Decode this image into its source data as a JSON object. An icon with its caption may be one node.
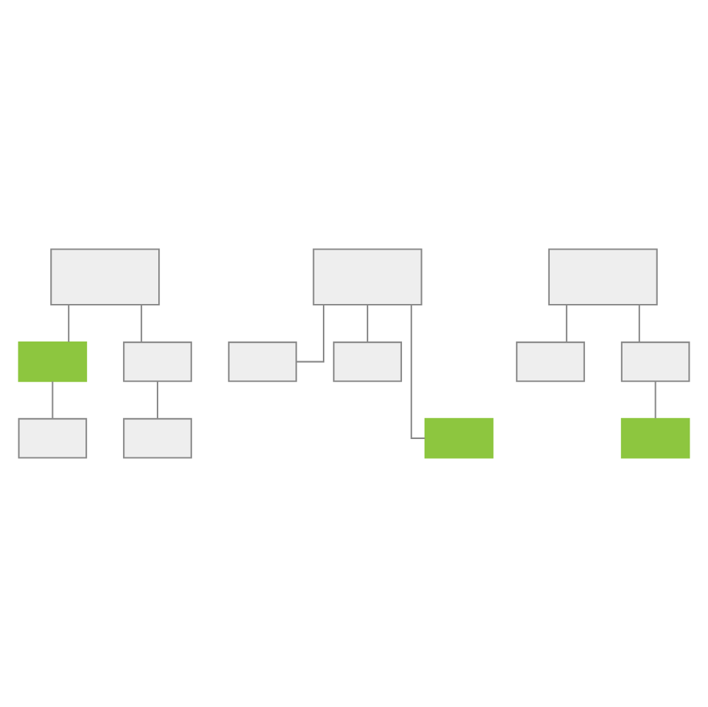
{
  "diagram": {
    "nodes": [
      {
        "text": [],
        "shape": "box"
      },
      {
        "text": [],
        "shape": "box"
      },
      {
        "text": [],
        "shape": "box"
      },
      {
        "text": [],
        "shape": "box"
      },
      {
        "text": [],
        "shape": "box"
      },
      {
        "text": [],
        "shape": "box"
      },
      {
        "text": [],
        "shape": "box"
      },
      {
        "text": [],
        "shape": "box"
      },
      {
        "text": [],
        "shape": "box"
      },
      {
        "text": [],
        "shape": "box"
      },
      {
        "text": [],
        "shape": "box"
      },
      {
        "text": [],
        "shape": "box"
      },
      {
        "text": [],
        "shape": "box"
      }
    ],
    "edges": [
      {
        "from": 0,
        "to": 3,
        "arrow": "none"
      },
      {
        "from": 0,
        "to": 4,
        "arrow": "none"
      },
      {
        "from": 3,
        "to": 9,
        "arrow": "none"
      },
      {
        "from": 4,
        "to": 10,
        "arrow": "none"
      },
      {
        "from": 1,
        "to": 5,
        "arrow": "none"
      },
      {
        "from": 1,
        "to": 11,
        "arrow": "none"
      },
      {
        "from": 1,
        "to": 6,
        "arrow": "none"
      },
      {
        "from": 2,
        "to": 7,
        "arrow": "none"
      },
      {
        "from": 2,
        "to": 8,
        "arrow": "none"
      },
      {
        "from": 8,
        "to": 12,
        "arrow": "none"
      }
    ]
  }
}
